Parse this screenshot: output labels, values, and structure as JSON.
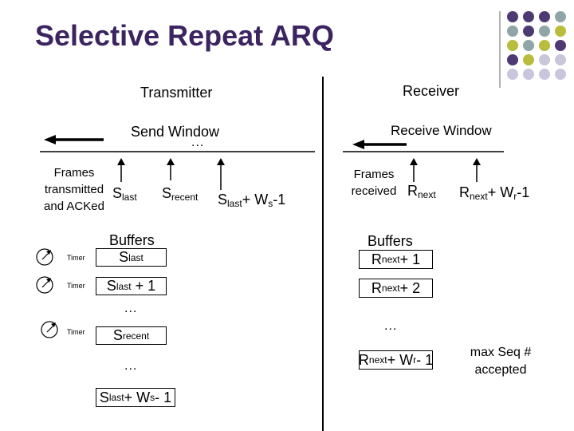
{
  "title": "Selective Repeat ARQ",
  "transmitter": {
    "heading": "Transmitter",
    "window_label": "Send Window",
    "window_dots": "...",
    "frames_label": [
      "Frames",
      "transmitted",
      "and ACKed"
    ],
    "s_last": "S",
    "s_last_sub": "last",
    "s_recent": "S",
    "s_recent_sub": "recent",
    "s_end_pre": "S",
    "s_end_sub1": "last",
    "s_end_mid": "+ W",
    "s_end_sub2": "s",
    "s_end_post": "-1",
    "buffers_label": "Buffers",
    "timer_label": "Timer",
    "buffer1_pre": "S",
    "buffer1_sub": "last",
    "buffer2_pre": "S",
    "buffer2_sub": "last",
    "buffer2_post": "+ 1",
    "dots_a": "...",
    "buffer3_pre": "S",
    "buffer3_sub": "recent",
    "dots_b": "...",
    "buffer4_pre": "S",
    "buffer4_sub1": "last",
    "buffer4_mid": "+ W",
    "buffer4_sub2": "s",
    "buffer4_post": "- 1"
  },
  "receiver": {
    "heading": "Receiver",
    "window_label": "Receive Window",
    "frames_label": [
      "Frames",
      "received"
    ],
    "r_next": "R",
    "r_next_sub": "next",
    "r_end_pre": "R",
    "r_end_sub1": "next",
    "r_end_mid": "+ W",
    "r_end_sub2": "r",
    "r_end_post": "-1",
    "buffers_label": "Buffers",
    "buffer1_pre": "R",
    "buffer1_sub": "next",
    "buffer1_post": "+ 1",
    "buffer2_pre": "R",
    "buffer2_sub": "next",
    "buffer2_post": "+ 2",
    "dots": "...",
    "buffer3_pre": "R",
    "buffer3_sub1": "next",
    "buffer3_mid": "+ W",
    "buffer3_sub2": "r",
    "buffer3_post": "- 1",
    "max_label": [
      "max Seq #",
      "accepted"
    ]
  },
  "colors": {
    "title": "#3b2460",
    "dot_purple": "#4e3a73",
    "dot_teal": "#8fa6a8",
    "dot_yellow": "#b9bd3d",
    "dot_lavender": "#c9c6dc"
  },
  "decoration_dots": [
    [
      "purple",
      "purple",
      "purple",
      "teal"
    ],
    [
      "teal",
      "purple",
      "teal",
      "yellow"
    ],
    [
      "yellow",
      "teal",
      "yellow",
      "purple"
    ],
    [
      "purple",
      "yellow",
      "lavender",
      "lavender"
    ],
    [
      "lavender",
      "lavender",
      "lavender",
      "lavender"
    ]
  ]
}
